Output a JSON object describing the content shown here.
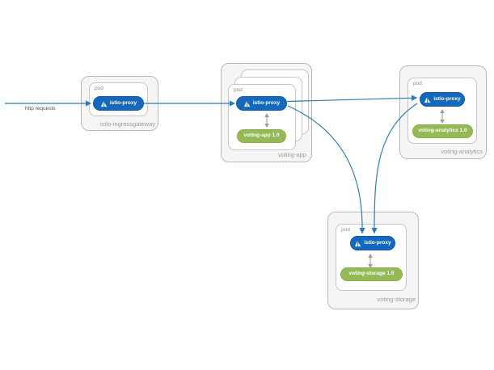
{
  "diagram": {
    "title_hint": "Istio service mesh voting application components",
    "http_label": "http requests",
    "pod_label": "pod",
    "groups": {
      "ingressgateway": {
        "name": "istio-ingressgateway",
        "proxy": "istio-proxy"
      },
      "voting_app": {
        "name": "voting-app",
        "proxy": "istio-proxy",
        "app": "voting-app 1.0",
        "stacked_pods": 3
      },
      "voting_analytics": {
        "name": "voting-analytics",
        "proxy": "istio-proxy",
        "app": "voting-analytics 1.0"
      },
      "voting_storage": {
        "name": "voting-storage",
        "proxy": "istio-proxy",
        "app": "voting-storage 1.0"
      }
    },
    "edges": [
      {
        "from": "http requests",
        "to": "istio-ingressgateway / istio-proxy",
        "style": "straight-blue-arrow"
      },
      {
        "from": "istio-ingressgateway / istio-proxy",
        "to": "voting-app / istio-proxy",
        "style": "straight-blue-arrow"
      },
      {
        "from": "voting-app / istio-proxy",
        "to": "voting-analytics / istio-proxy",
        "style": "straight-blue-arrow"
      },
      {
        "from": "voting-app / istio-proxy",
        "to": "voting-storage / istio-proxy",
        "style": "curved-blue-arrow"
      },
      {
        "from": "voting-analytics / istio-proxy",
        "to": "voting-storage / istio-proxy",
        "style": "curved-blue-arrow"
      },
      {
        "from": "istio-proxy",
        "to": "app container",
        "style": "gray-double-arrow",
        "note": "inside each app pod"
      }
    ],
    "colors": {
      "istio_blue": "#1569bd",
      "app_green": "#95ba55",
      "flow_blue": "#2d7cb5",
      "muted_gray": "#9b9b9b",
      "box_fill": "#f5f5f5",
      "pod_fill": "#ffffff"
    }
  }
}
